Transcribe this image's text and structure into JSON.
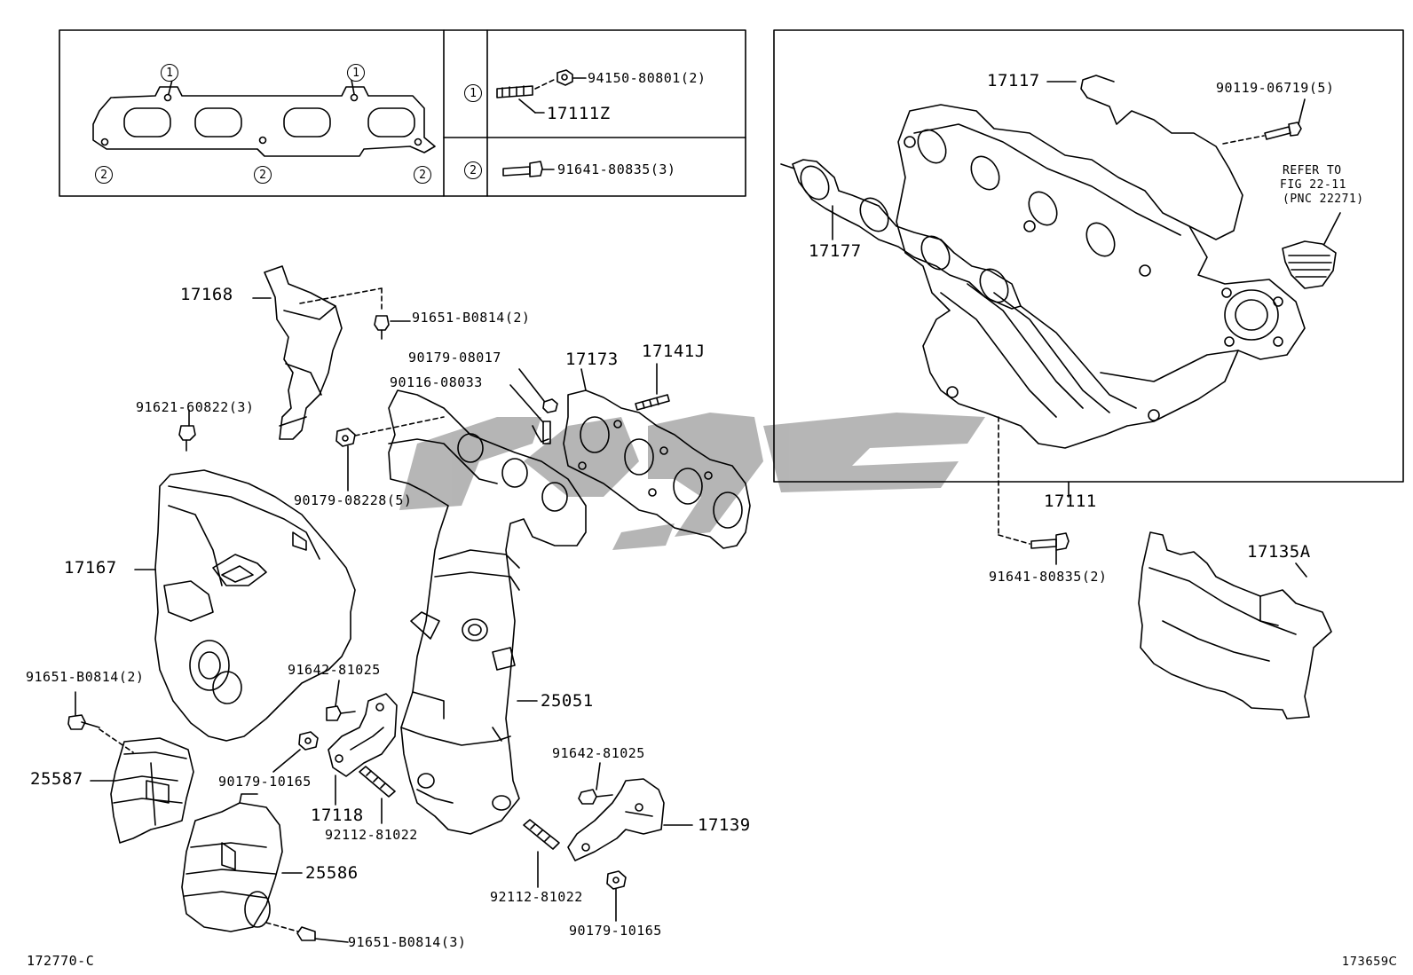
{
  "legend": {
    "marker_1": "1",
    "marker_2": "2",
    "row1": {
      "nut_part": "94150-80801(2)",
      "stud_part": "17111Z"
    },
    "row2": {
      "bolt_part": "91641-80835(3)"
    }
  },
  "parts": {
    "p17117": "17117",
    "p90119": "90119-06719(5)",
    "refer_line1": "REFER TO",
    "refer_line2": "FIG 22-11",
    "refer_line3": "(PNC 22271)",
    "p17177": "17177",
    "p17111": "17111",
    "p91641_2": "91641-80835(2)",
    "p17135A": "17135A",
    "p17168": "17168",
    "p91651_2_top": "91651-B0814(2)",
    "p90179_08017": "90179-08017",
    "p90116": "90116-08033",
    "p17173": "17173",
    "p17141J": "17141J",
    "p91621": "91621-60822(3)",
    "p90179_08228": "90179-08228(5)",
    "p17167": "17167",
    "p91651_2_left": "91651-B0814(2)",
    "p91642_a": "91642-81025",
    "p25051": "25051",
    "p91642_b": "91642-81025",
    "p25587": "25587",
    "p90179_10165_a": "90179-10165",
    "p17118": "17118",
    "p92112_a": "92112-81022",
    "p17139": "17139",
    "p25586": "25586",
    "p92112_b": "92112-81022",
    "p90179_10165_b": "90179-10165",
    "p91651_3": "91651-B0814(3)"
  },
  "figure_codes": {
    "left": "172770-C",
    "right": "173659C"
  },
  "colors": {
    "line": "#000000",
    "watermark": "#a9a9a9",
    "background": "#ffffff"
  }
}
